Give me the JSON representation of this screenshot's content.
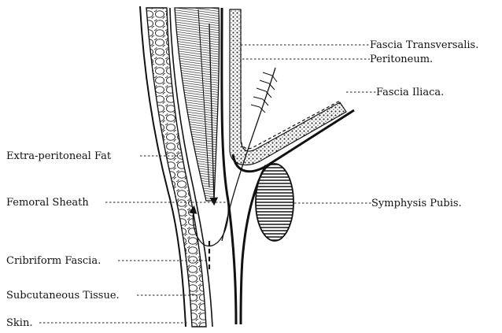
{
  "labels": {
    "fascia_transversalis": "Fascia Transversalis.",
    "peritoneum": "Peritoneum.",
    "fascia_iliaca": "Fascia Iliaca.",
    "extra_peritoneal_fat": "Extra-peritoneal Fat",
    "femoral_sheath": "Femoral Sheath",
    "symphysis_pubis": "Symphysis Pubis.",
    "cribriform_fascia": "Cribriform Fascia.",
    "subcutaneous_tissue": "Subcutaneous Tissue.",
    "skin": "Skin."
  }
}
